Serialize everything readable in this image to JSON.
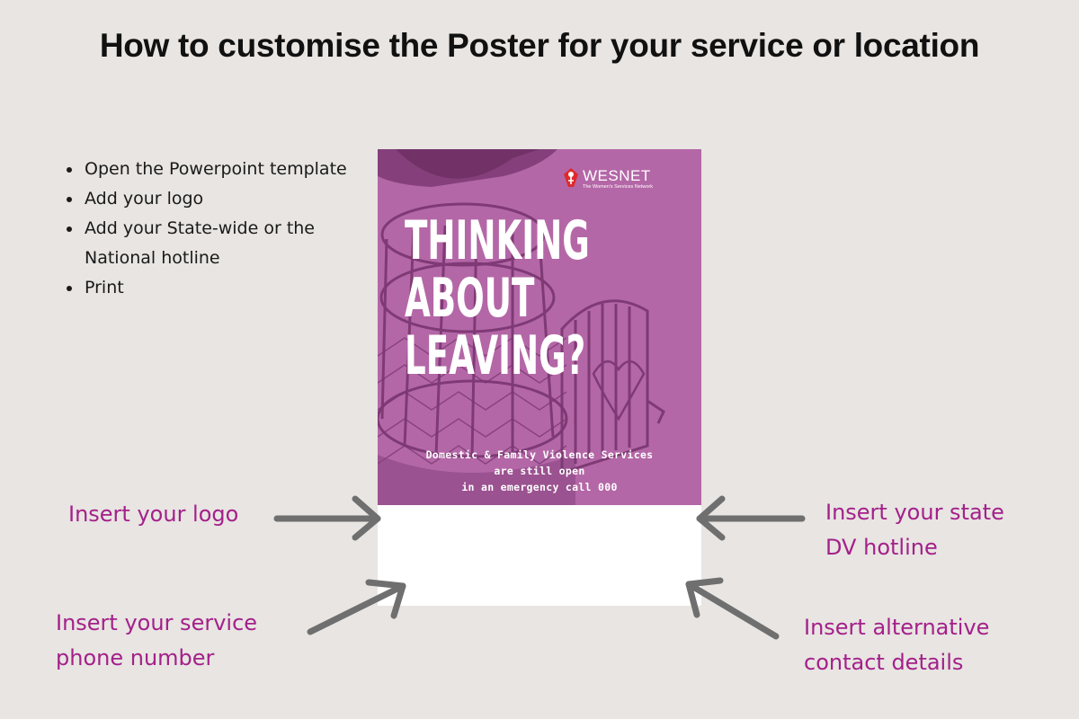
{
  "title": "How to customise the Poster for your service or location",
  "steps": [
    "Open the Powerpoint template",
    "Add your logo",
    "Add your State-wide or the National hotline",
    "Print"
  ],
  "poster": {
    "brand": "WESNET",
    "brand_sub": "The Women's Services Network",
    "headline": [
      "THINKING",
      "ABOUT",
      "LEAVING?"
    ],
    "notice": [
      "Domestic & Family Violence Services",
      "are still open",
      "in an emergency call 000"
    ],
    "bg_color": "#b467a7"
  },
  "labels": {
    "logo": "Insert your logo",
    "state_hotline": [
      "Insert your state",
      "DV hotline"
    ],
    "service_phone": [
      "Insert your service",
      "phone number"
    ],
    "alt_contact": [
      "Insert alternative",
      "contact details"
    ]
  },
  "colors": {
    "label": "#a4208a",
    "arrow": "#6f6f6f",
    "background": "#e8e5e2"
  }
}
